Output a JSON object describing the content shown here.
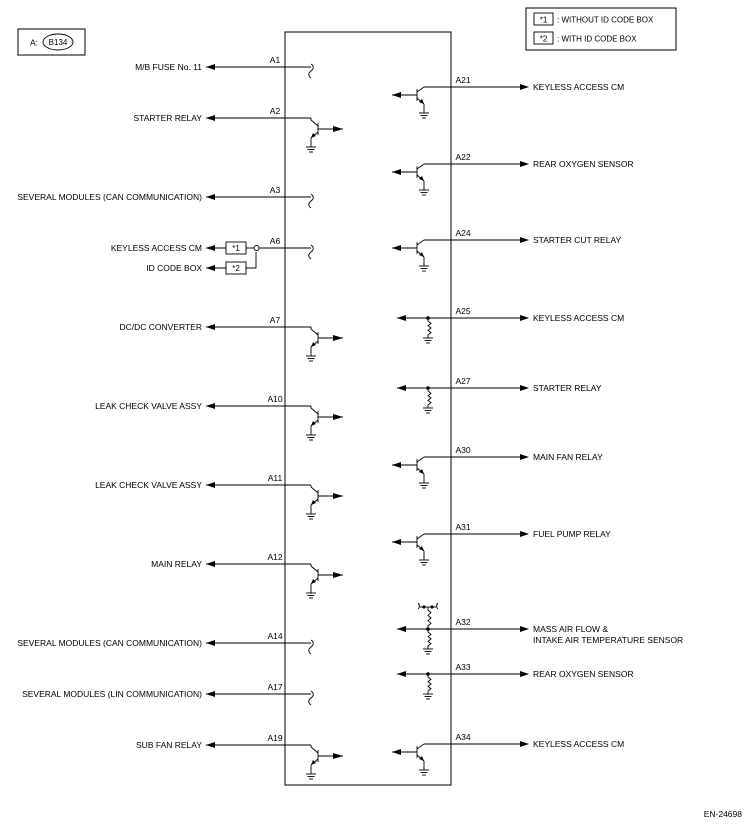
{
  "connector": {
    "prefix": "A:",
    "code": "B134"
  },
  "legend": [
    {
      "mark": "*1",
      "text": ": WITHOUT ID CODE BOX"
    },
    {
      "mark": "*2",
      "text": ": WITH ID CODE BOX"
    }
  ],
  "left_terminals": [
    {
      "pin": "A1",
      "label": "M/B FUSE No. 11",
      "kind": "wire"
    },
    {
      "pin": "A2",
      "label": "STARTER RELAY",
      "kind": "transistor"
    },
    {
      "pin": "A3",
      "label": "SEVERAL MODULES (CAN COMMUNICATION)",
      "kind": "wire"
    },
    {
      "pin": "A6",
      "label": "KEYLESS ACCESS CM",
      "kind": "wire",
      "branch_mark": "*1"
    },
    {
      "pin": "",
      "label": "ID CODE BOX",
      "kind": "branch",
      "branch_mark": "*2"
    },
    {
      "pin": "A7",
      "label": "DC/DC CONVERTER",
      "kind": "transistor"
    },
    {
      "pin": "A10",
      "label": "LEAK CHECK VALVE ASSY",
      "kind": "transistor"
    },
    {
      "pin": "A11",
      "label": "LEAK CHECK VALVE ASSY",
      "kind": "transistor"
    },
    {
      "pin": "A12",
      "label": "MAIN RELAY",
      "kind": "transistor"
    },
    {
      "pin": "A14",
      "label": "SEVERAL MODULES (CAN COMMUNICATION)",
      "kind": "wire"
    },
    {
      "pin": "A17",
      "label": "SEVERAL MODULES (LIN COMMUNICATION)",
      "kind": "wire"
    },
    {
      "pin": "A19",
      "label": "SUB FAN RELAY",
      "kind": "transistor"
    }
  ],
  "right_terminals": [
    {
      "pin": "A21",
      "label": "KEYLESS ACCESS CM",
      "kind": "transistor"
    },
    {
      "pin": "A22",
      "label": "REAR OXYGEN SENSOR",
      "kind": "transistor"
    },
    {
      "pin": "A24",
      "label": "STARTER CUT RELAY",
      "kind": "transistor"
    },
    {
      "pin": "A25",
      "label": "KEYLESS ACCESS CM",
      "kind": "resistor"
    },
    {
      "pin": "A27",
      "label": "STARTER RELAY",
      "kind": "resistor"
    },
    {
      "pin": "A30",
      "label": "MAIN FAN RELAY",
      "kind": "transistor"
    },
    {
      "pin": "A31",
      "label": "FUEL PUMP RELAY",
      "kind": "transistor"
    },
    {
      "pin": "A32",
      "label": "MASS AIR FLOW &",
      "label2": "INTAKE AIR TEMPERATURE SENSOR",
      "kind": "resistor_top"
    },
    {
      "pin": "A33",
      "label": "REAR OXYGEN SENSOR",
      "kind": "resistor"
    },
    {
      "pin": "A34",
      "label": "KEYLESS ACCESS CM",
      "kind": "transistor"
    }
  ],
  "figure_id": "EN-24698"
}
